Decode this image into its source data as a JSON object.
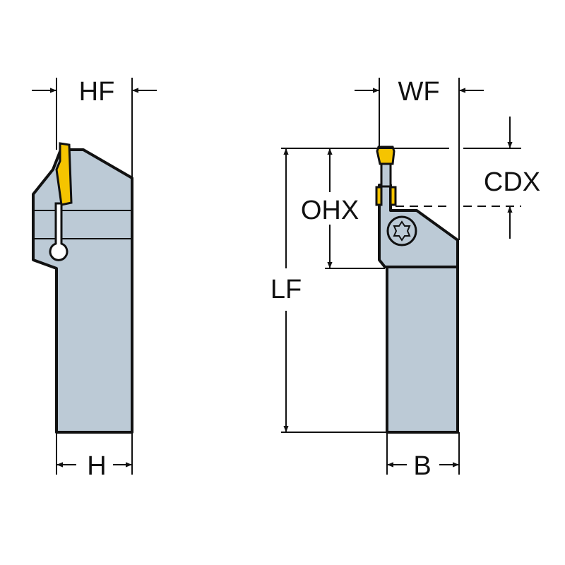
{
  "colors": {
    "body": "#bccad6",
    "insert": "#f5c400",
    "line": "#111111"
  },
  "labels": {
    "hf": "HF",
    "h": "H",
    "wf": "WF",
    "ohx": "OHX",
    "lf": "LF",
    "b": "B",
    "cdx": "CDX"
  }
}
